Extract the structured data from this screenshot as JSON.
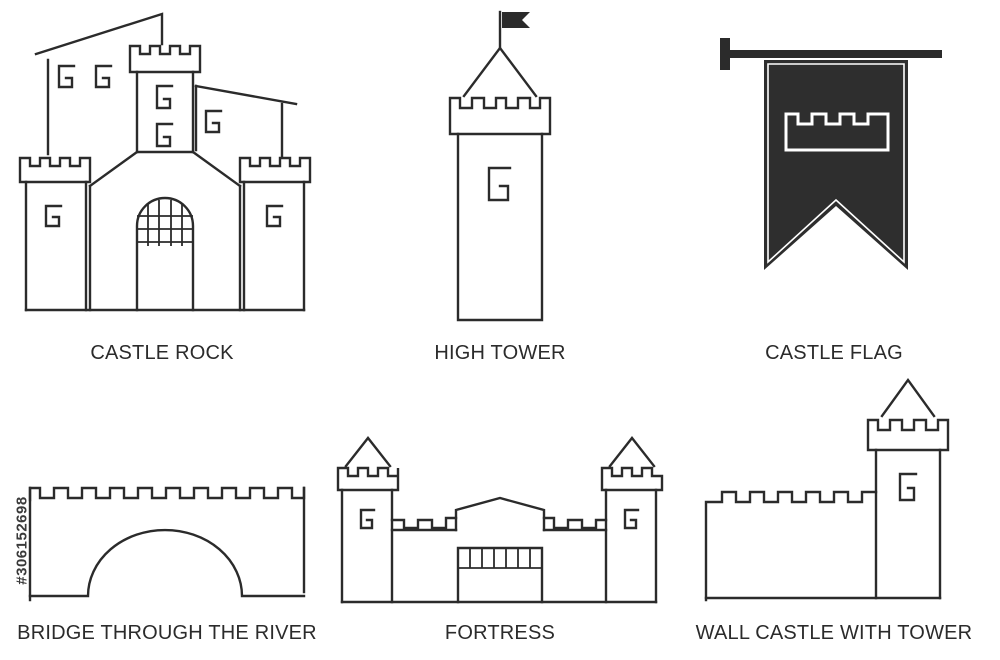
{
  "captions": {
    "castle_rock": "CASTLE ROCK",
    "high_tower": "HIGH TOWER",
    "castle_flag": "CASTLE FLAG",
    "bridge": "BRIDGE THROUGH THE RIVER",
    "fortress": "FORTRESS",
    "wall_castle": "WALL CASTLE WITH TOWER"
  },
  "stock_id": "#306152698",
  "colors": {
    "line": "#2b2b2b",
    "flag_fill": "#2e2e2e",
    "background": "#ffffff"
  }
}
